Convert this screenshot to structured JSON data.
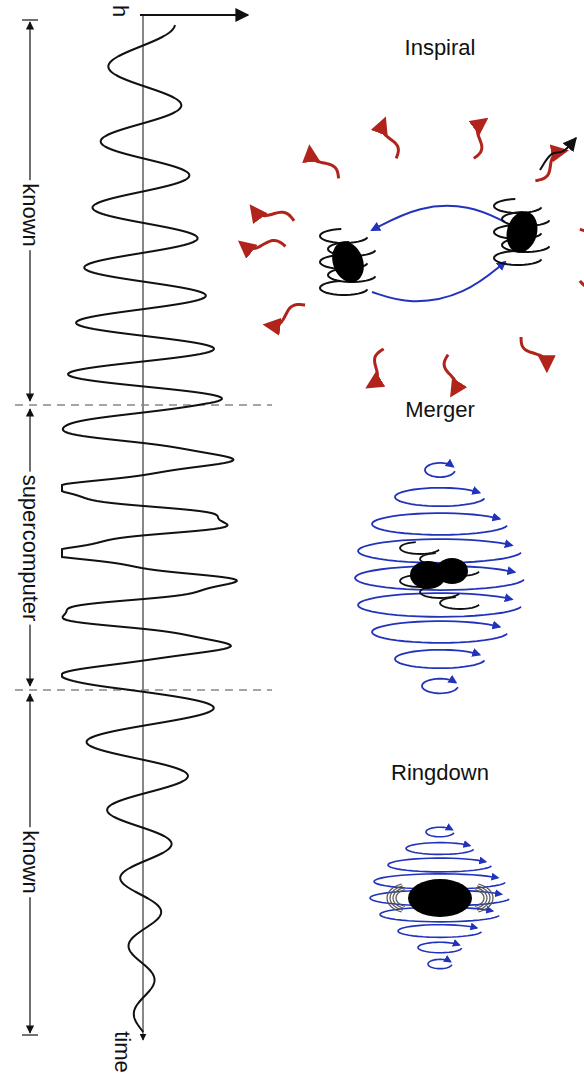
{
  "diagram": {
    "labels": [
      "h",
      "known",
      "supercomputer",
      "known",
      "time",
      "Inspiral",
      "Merger",
      "Ringdown"
    ]
  }
}
